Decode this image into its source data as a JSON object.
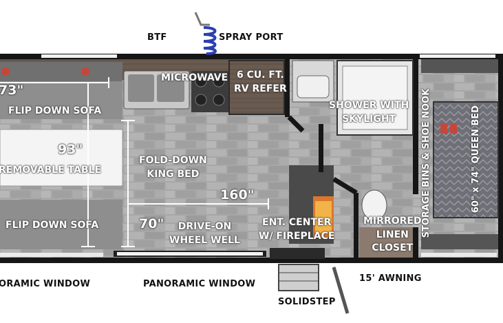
{
  "labels": {
    "btf": "BTF",
    "spray_port": "SPRAY PORT",
    "microwave": "MICROWAVE",
    "refer_line1": "6 CU. FT.",
    "refer_line2": "RV REFER",
    "flip_sofa_top": "FLIP DOWN SOFA",
    "table": "REMOVABLE TABLE",
    "flip_sofa_bottom": "FLIP DOWN SOFA",
    "king_line1": "FOLD-DOWN",
    "king_line2": "KING BED",
    "drive_line1": "DRIVE-ON",
    "drive_line2": "WHEEL WELL",
    "ent_line1": "ENT. CENTER",
    "ent_line2": "W/ FIREPLACE",
    "shower_line1": "SHOWER WITH",
    "shower_line2": "SKYLIGHT",
    "storage": "STORAGE BINS & SHOE NOOK",
    "queen_bed": "60\" x 74\" QUEEN BED",
    "linen_line1": "MIRRORED",
    "linen_line2": "LINEN",
    "linen_line3": "CLOSET",
    "window_left": "ORAMIC WINDOW",
    "window_mid": "PANORAMIC WINDOW",
    "solidstep": "SOLIDSTEP",
    "awning": "15' AWNING"
  },
  "dimensions": {
    "d73": "73\"",
    "d93": "93\"",
    "d160": "160\"",
    "d70": "70\""
  },
  "colors": {
    "wall": "#161616",
    "floor_tile": "#a9a9a9",
    "sofa": "#8d8d8d",
    "cabinet_wood": "#6b5c52",
    "queen_bed_fabric": "#7d7d85",
    "accent_red": "#c4473a",
    "spray_blue": "#2a3fb0"
  }
}
